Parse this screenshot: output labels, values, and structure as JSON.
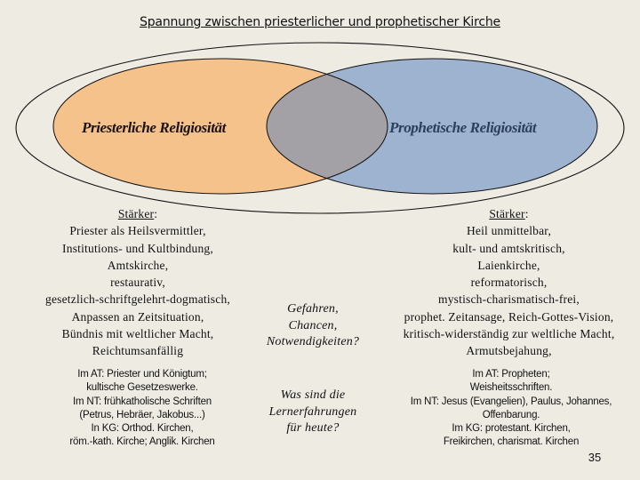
{
  "title": "Spannung zwischen priesterlicher und prophetischer Kirche",
  "colors": {
    "background": "#eeebe3",
    "priestly_fill": "#f6c28c",
    "prophetic_fill": "#9eb3cf",
    "overlap_fill": "#a3a1a6",
    "outline": "#111111",
    "prophetic_label": "#2c3f5e"
  },
  "venn": {
    "left_label": "Priesterliche Religiosität",
    "right_label": "Prophetische Religiosität"
  },
  "left": {
    "strengths_heading": "Stärker",
    "strengths_colon": ":",
    "strengths": [
      "Priester als Heilsvermittler,",
      "Institutions- und Kultbindung,",
      "Amtskirche,",
      "restaurativ,",
      "gesetzlich-schriftgelehrt-dogmatisch,",
      "Anpassen an Zeitsituation,",
      "Bündnis mit weltlicher Macht,",
      "Reichtumsanfällig"
    ],
    "sources": [
      "Im AT: Priester und Königtum;",
      "kultische Gesetzeswerke.",
      "Im NT: frühkatholische Schriften",
      "(Petrus, Hebräer, Jakobus...)",
      "In KG: Orthod. Kirchen,",
      "röm.-kath. Kirche; Anglik. Kirchen"
    ]
  },
  "right": {
    "strengths_heading": "Stärker",
    "strengths_colon": ":",
    "strengths": [
      "Heil unmittelbar,",
      "kult- und amtskritisch,",
      "Laienkirche,",
      "reformatorisch,",
      "mystisch-charismatisch-frei,",
      "prophet. Zeitansage, Reich-Gottes-Vision,",
      "kritisch-widerständig zur weltliche Macht,",
      "Armutsbejahung,"
    ],
    "sources": [
      "Im AT: Propheten;",
      "Weisheitsschriften.",
      "Im NT: Jesus (Evangelien), Paulus, Johannes,",
      "Offenbarung.",
      "Im KG: protestant. Kirchen,",
      "Freikirchen, charismat. Kirchen"
    ]
  },
  "center": {
    "question_1": [
      "Gefahren,",
      "Chancen,",
      "Notwendigkeiten?"
    ],
    "question_2": [
      "Was sind die",
      "Lernerfahrungen",
      "für heute?"
    ]
  },
  "page_number": "35"
}
